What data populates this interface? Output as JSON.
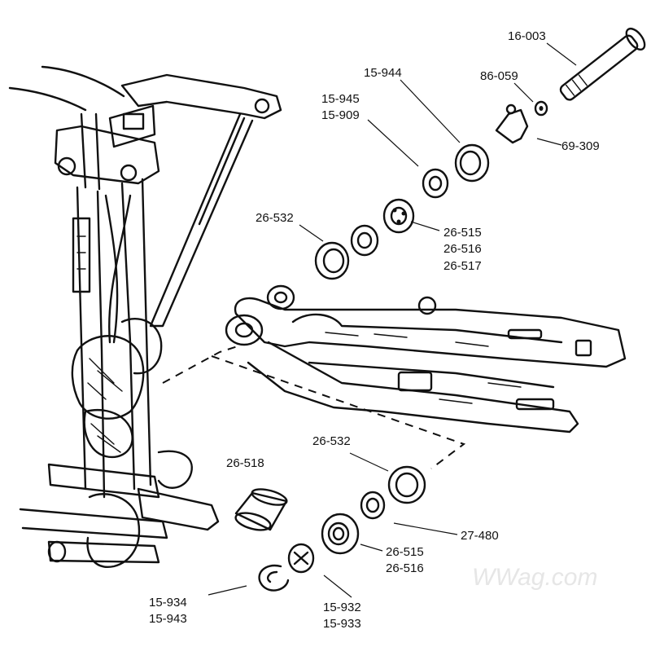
{
  "diagram": {
    "watermark": "WWag.com",
    "part_labels": [
      {
        "id": "p16003",
        "lines": [
          "16-003"
        ]
      },
      {
        "id": "p15944",
        "lines": [
          "15-944"
        ]
      },
      {
        "id": "p86059",
        "lines": [
          "86-059"
        ]
      },
      {
        "id": "p15945",
        "lines": [
          "15-945",
          "15-909"
        ]
      },
      {
        "id": "p69309",
        "lines": [
          "69-309"
        ]
      },
      {
        "id": "p26532a",
        "lines": [
          "26-532"
        ]
      },
      {
        "id": "p26515a",
        "lines": [
          "26-515",
          "26-516",
          "26-517"
        ]
      },
      {
        "id": "p26532b",
        "lines": [
          "26-532"
        ]
      },
      {
        "id": "p26518",
        "lines": [
          "26-518"
        ]
      },
      {
        "id": "p27480",
        "lines": [
          "27-480"
        ]
      },
      {
        "id": "p26515b",
        "lines": [
          "26-515",
          "26-516"
        ]
      },
      {
        "id": "p15934",
        "lines": [
          "15-934",
          "15-943"
        ]
      },
      {
        "id": "p15932",
        "lines": [
          "15-932",
          "15-933"
        ]
      }
    ]
  }
}
